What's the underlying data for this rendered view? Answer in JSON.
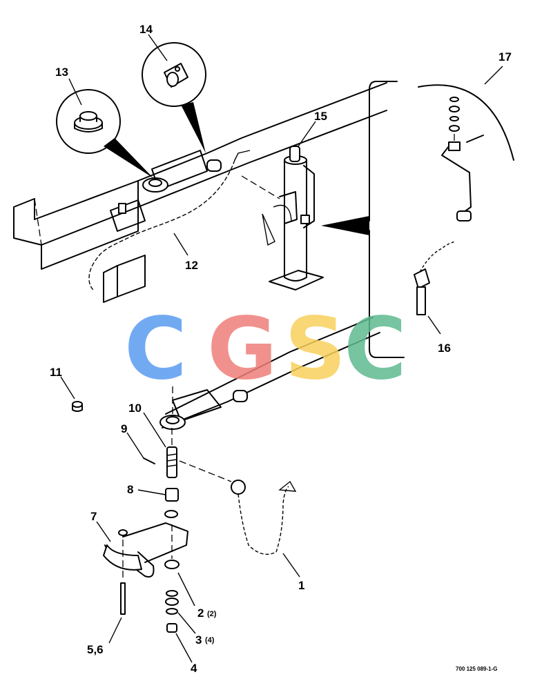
{
  "diagram": {
    "callouts": [
      {
        "id": "c1",
        "label": "1"
      },
      {
        "id": "c2",
        "label": "2",
        "qty": "(2)"
      },
      {
        "id": "c3",
        "label": "3",
        "qty": "(4)"
      },
      {
        "id": "c4",
        "label": "4"
      },
      {
        "id": "c56",
        "label": "5,6"
      },
      {
        "id": "c7",
        "label": "7"
      },
      {
        "id": "c8",
        "label": "8"
      },
      {
        "id": "c9",
        "label": "9"
      },
      {
        "id": "c10",
        "label": "10"
      },
      {
        "id": "c11",
        "label": "11"
      },
      {
        "id": "c12",
        "label": "12"
      },
      {
        "id": "c13",
        "label": "13"
      },
      {
        "id": "c14",
        "label": "14"
      },
      {
        "id": "c15",
        "label": "15"
      },
      {
        "id": "c16",
        "label": "16"
      },
      {
        "id": "c17",
        "label": "17"
      }
    ],
    "figure_ref": "700 125 089-1-G",
    "watermark": {
      "letters": [
        "C",
        "G",
        "S",
        "C"
      ],
      "colors": [
        "#5a9cf0",
        "#ef7e7a",
        "#f7d15c",
        "#5fba90"
      ]
    }
  }
}
